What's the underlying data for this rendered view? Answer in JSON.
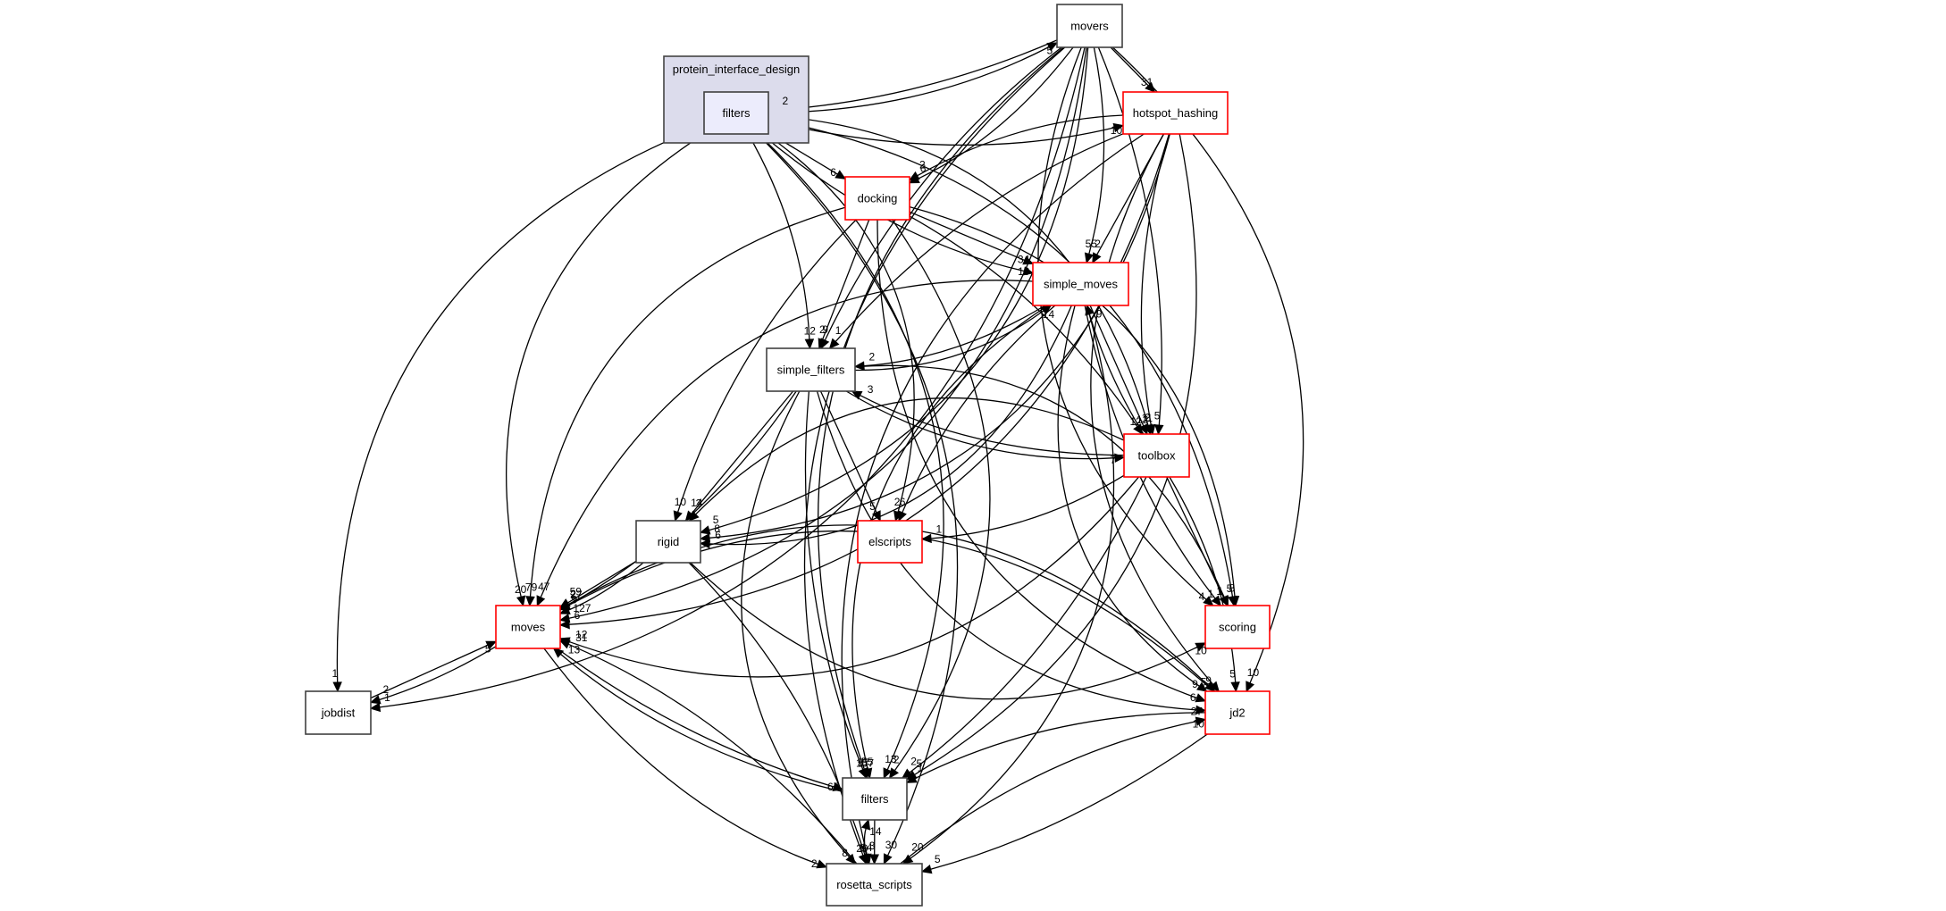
{
  "title": "protein_interface_design/filters directory dependency graph",
  "colors": {
    "cluster_fill": "#dcdcec",
    "cluster_stroke": "#444444",
    "focus_fill": "#ececfc",
    "normal_stroke": "#404040",
    "incomplete_stroke": "#ff0000",
    "node_fill": "#ffffff"
  },
  "cluster": {
    "id": "protein_interface_design",
    "label": "protein_interface_design"
  },
  "nodes": [
    {
      "id": "pid_filters",
      "label": "filters",
      "style": "focus"
    },
    {
      "id": "movers",
      "label": "movers",
      "style": "normal"
    },
    {
      "id": "hotspot_hashing",
      "label": "hotspot_hashing",
      "style": "incomplete"
    },
    {
      "id": "docking",
      "label": "docking",
      "style": "incomplete"
    },
    {
      "id": "simple_moves",
      "label": "simple_moves",
      "style": "incomplete"
    },
    {
      "id": "simple_filters",
      "label": "simple_filters",
      "style": "normal"
    },
    {
      "id": "toolbox",
      "label": "toolbox",
      "style": "incomplete"
    },
    {
      "id": "rigid",
      "label": "rigid",
      "style": "normal"
    },
    {
      "id": "elscripts",
      "label": "elscripts",
      "style": "incomplete"
    },
    {
      "id": "moves",
      "label": "moves",
      "style": "incomplete"
    },
    {
      "id": "scoring",
      "label": "scoring",
      "style": "incomplete"
    },
    {
      "id": "jobdist",
      "label": "jobdist",
      "style": "normal"
    },
    {
      "id": "jd2",
      "label": "jd2",
      "style": "incomplete"
    },
    {
      "id": "filters",
      "label": "filters",
      "style": "normal"
    },
    {
      "id": "rosetta_scripts",
      "label": "rosetta_scripts",
      "style": "normal"
    }
  ],
  "edges": [
    {
      "from": "pid_filters",
      "to": "movers",
      "label": "5"
    },
    {
      "from": "movers",
      "to": "pid_filters",
      "label": "2"
    },
    {
      "from": "pid_filters",
      "to": "hotspot_hashing",
      "label": "10"
    },
    {
      "from": "movers",
      "to": "hotspot_hashing",
      "label": "31"
    },
    {
      "from": "pid_filters",
      "to": "docking",
      "label": "6"
    },
    {
      "from": "movers",
      "to": "docking",
      "label": "6"
    },
    {
      "from": "hotspot_hashing",
      "to": "docking",
      "label": "2"
    },
    {
      "from": "docking",
      "to": "simple_moves",
      "label": "34"
    },
    {
      "from": "pid_filters",
      "to": "simple_moves",
      "label": "10"
    },
    {
      "from": "movers",
      "to": "simple_moves",
      "label": "55"
    },
    {
      "from": "hotspot_hashing",
      "to": "simple_moves",
      "label": "2"
    },
    {
      "from": "pid_filters",
      "to": "simple_filters",
      "label": "12"
    },
    {
      "from": "movers",
      "to": "simple_filters",
      "label": "9"
    },
    {
      "from": "docking",
      "to": "simple_filters",
      "label": "2"
    },
    {
      "from": "hotspot_hashing",
      "to": "simple_filters",
      "label": "1"
    },
    {
      "from": "simple_moves",
      "to": "simple_filters",
      "label": "2"
    },
    {
      "from": "simple_filters",
      "to": "simple_moves",
      "label": "14"
    },
    {
      "from": "toolbox",
      "to": "simple_filters",
      "label": "3"
    },
    {
      "from": "simple_moves",
      "to": "toolbox",
      "label": "12"
    },
    {
      "from": "docking",
      "to": "toolbox",
      "label": "12"
    },
    {
      "from": "hotspot_hashing",
      "to": "toolbox",
      "label": "2"
    },
    {
      "from": "movers",
      "to": "toolbox",
      "label": "5"
    },
    {
      "from": "simple_filters",
      "to": "toolbox",
      "label": "7"
    },
    {
      "from": "pid_filters",
      "to": "toolbox",
      "label": "11"
    },
    {
      "from": "toolbox",
      "to": "simple_moves",
      "label": "9"
    },
    {
      "from": "movers",
      "to": "rigid",
      "label": "5"
    },
    {
      "from": "docking",
      "to": "rigid",
      "label": "10"
    },
    {
      "from": "hotspot_hashing",
      "to": "rigid",
      "label": "8"
    },
    {
      "from": "simple_filters",
      "to": "rigid",
      "label": "14"
    },
    {
      "from": "simple_moves",
      "to": "rigid",
      "label": "6"
    },
    {
      "from": "toolbox",
      "to": "rigid",
      "label": "3"
    },
    {
      "from": "pid_filters",
      "to": "elscripts",
      "label": "2"
    },
    {
      "from": "simple_moves",
      "to": "elscripts",
      "label": "6"
    },
    {
      "from": "toolbox",
      "to": "elscripts",
      "label": "1"
    },
    {
      "from": "simple_filters",
      "to": "elscripts",
      "label": "5"
    },
    {
      "from": "hotspot_hashing",
      "to": "moves",
      "label": "6"
    },
    {
      "from": "docking",
      "to": "moves",
      "label": "79"
    },
    {
      "from": "simple_filters",
      "to": "moves",
      "label": "2"
    },
    {
      "from": "simple_moves",
      "to": "moves",
      "label": "47"
    },
    {
      "from": "rigid",
      "to": "moves",
      "label": "59"
    },
    {
      "from": "rigid",
      "to": "moves",
      "label": "9"
    },
    {
      "from": "movers",
      "to": "moves",
      "label": "127"
    },
    {
      "from": "pid_filters",
      "to": "moves",
      "label": "20"
    },
    {
      "from": "toolbox",
      "to": "moves",
      "label": "12"
    },
    {
      "from": "jd2",
      "to": "moves",
      "label": "27"
    },
    {
      "from": "jobdist",
      "to": "moves",
      "label": "5"
    },
    {
      "from": "moves",
      "to": "jobdist",
      "label": "2"
    },
    {
      "from": "filters",
      "to": "moves",
      "label": "13"
    },
    {
      "from": "rosetta_scripts",
      "to": "moves",
      "label": "31"
    },
    {
      "from": "movers",
      "to": "jobdist",
      "label": "1"
    },
    {
      "from": "pid_filters",
      "to": "jobdist",
      "label": "1"
    },
    {
      "from": "toolbox",
      "to": "scoring",
      "label": "1"
    },
    {
      "from": "simple_moves",
      "to": "scoring",
      "label": "1"
    },
    {
      "from": "docking",
      "to": "scoring",
      "label": "8"
    },
    {
      "from": "movers",
      "to": "scoring",
      "label": "4"
    },
    {
      "from": "pid_filters",
      "to": "scoring",
      "label": "5"
    },
    {
      "from": "rigid",
      "to": "scoring",
      "label": "10"
    },
    {
      "from": "simple_filters",
      "to": "scoring",
      "label": "1"
    },
    {
      "from": "simple_filters",
      "to": "jd2",
      "label": "27"
    },
    {
      "from": "toolbox",
      "to": "jd2",
      "label": "5"
    },
    {
      "from": "simple_moves",
      "to": "jd2",
      "label": "9"
    },
    {
      "from": "moves",
      "to": "jd2",
      "label": "5"
    },
    {
      "from": "hotspot_hashing",
      "to": "jd2",
      "label": "9"
    },
    {
      "from": "movers",
      "to": "jd2",
      "label": "10"
    },
    {
      "from": "docking",
      "to": "jd2",
      "label": "6"
    },
    {
      "from": "rosetta_scripts",
      "to": "jd2",
      "label": "10"
    },
    {
      "from": "moves",
      "to": "filters",
      "label": "67"
    },
    {
      "from": "docking",
      "to": "filters",
      "label": "2"
    },
    {
      "from": "simple_filters",
      "to": "filters",
      "label": "157"
    },
    {
      "from": "toolbox",
      "to": "filters",
      "label": "2"
    },
    {
      "from": "simple_moves",
      "to": "filters",
      "label": "55"
    },
    {
      "from": "pid_filters",
      "to": "filters",
      "label": "13"
    },
    {
      "from": "jd2",
      "to": "filters",
      "label": "1"
    },
    {
      "from": "hotspot_hashing",
      "to": "filters",
      "label": "5"
    },
    {
      "from": "movers",
      "to": "filters",
      "label": "57"
    },
    {
      "from": "filters",
      "to": "rosetta_scripts",
      "label": "3"
    },
    {
      "from": "rosetta_scripts",
      "to": "filters",
      "label": "14"
    },
    {
      "from": "rigid",
      "to": "rosetta_scripts",
      "label": "1"
    },
    {
      "from": "moves",
      "to": "rosetta_scripts",
      "label": "2"
    },
    {
      "from": "pid_filters",
      "to": "rosetta_scripts",
      "label": "30"
    },
    {
      "from": "simple_filters",
      "to": "rosetta_scripts",
      "label": "8"
    },
    {
      "from": "jd2",
      "to": "rosetta_scripts",
      "label": "5"
    },
    {
      "from": "hotspot_hashing",
      "to": "rosetta_scripts",
      "label": "14"
    },
    {
      "from": "simple_moves",
      "to": "rosetta_scripts",
      "label": "20"
    },
    {
      "from": "movers",
      "to": "rosetta_scripts",
      "label": "29"
    }
  ]
}
